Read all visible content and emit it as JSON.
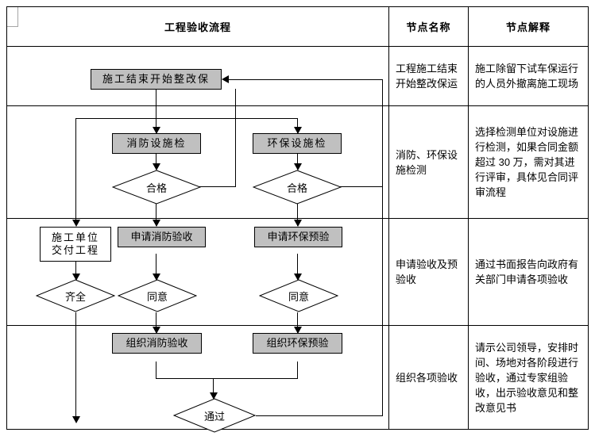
{
  "table": {
    "headers": [
      {
        "label": "工程验收流程"
      },
      {
        "label": "节点名称"
      },
      {
        "label": "节点解释"
      }
    ],
    "rows": [
      {
        "node_name": "工程施工结束开始整改保运",
        "node_desc": "施工除留下试车保运行的人员外撤离施工现场"
      },
      {
        "node_name": "消防、环保设施检测",
        "node_desc": "选择检测单位对设施进行检测，如果合同金额超过 30 万，需对其进行评审，具体见合同评审流程"
      },
      {
        "node_name": "申请验收及预验收",
        "node_desc": "通过书面报告向政府有关部门申请各项验收"
      },
      {
        "node_name": "组织各项验收",
        "node_desc": "请示公司领导，安排时间、场地对各阶段进行验收，通过专家组验收，出示验收意见和整改意见书"
      }
    ]
  },
  "flow": {
    "nodes": [
      {
        "id": "start",
        "label": "施工结束开始整改保",
        "shape": "rect",
        "fill": "#c0c0c0"
      },
      {
        "id": "fire-check",
        "label": "消防设施检",
        "shape": "rect",
        "fill": "#c0c0c0"
      },
      {
        "id": "env-check",
        "label": "环保设施检",
        "shape": "rect",
        "fill": "#c0c0c0"
      },
      {
        "id": "fire-pass",
        "label": "合格",
        "shape": "diamond",
        "fill": "#ffffff"
      },
      {
        "id": "env-pass",
        "label": "合格",
        "shape": "diamond",
        "fill": "#ffffff"
      },
      {
        "id": "handover",
        "label": "施工单位交付工程",
        "shape": "rect",
        "fill": "#ffffff"
      },
      {
        "id": "apply-fire",
        "label": "申请消防验收",
        "shape": "rect",
        "fill": "#c0c0c0"
      },
      {
        "id": "apply-env",
        "label": "申请环保预验",
        "shape": "rect",
        "fill": "#c0c0c0"
      },
      {
        "id": "complete",
        "label": "齐全",
        "shape": "diamond",
        "fill": "#ffffff"
      },
      {
        "id": "agree-fire",
        "label": "同意",
        "shape": "diamond",
        "fill": "#ffffff"
      },
      {
        "id": "agree-env",
        "label": "同意",
        "shape": "diamond",
        "fill": "#ffffff"
      },
      {
        "id": "org-fire",
        "label": "组织消防验收",
        "shape": "rect",
        "fill": "#c0c0c0"
      },
      {
        "id": "org-env",
        "label": "组织环保预验",
        "shape": "rect",
        "fill": "#c0c0c0"
      },
      {
        "id": "passed",
        "label": "通过",
        "shape": "diamond",
        "fill": "#ffffff"
      }
    ],
    "colors": {
      "line": "#000000",
      "node_fill_gray": "#c0c0c0",
      "node_fill_white": "#ffffff",
      "marker": "#a6a6a6"
    }
  }
}
